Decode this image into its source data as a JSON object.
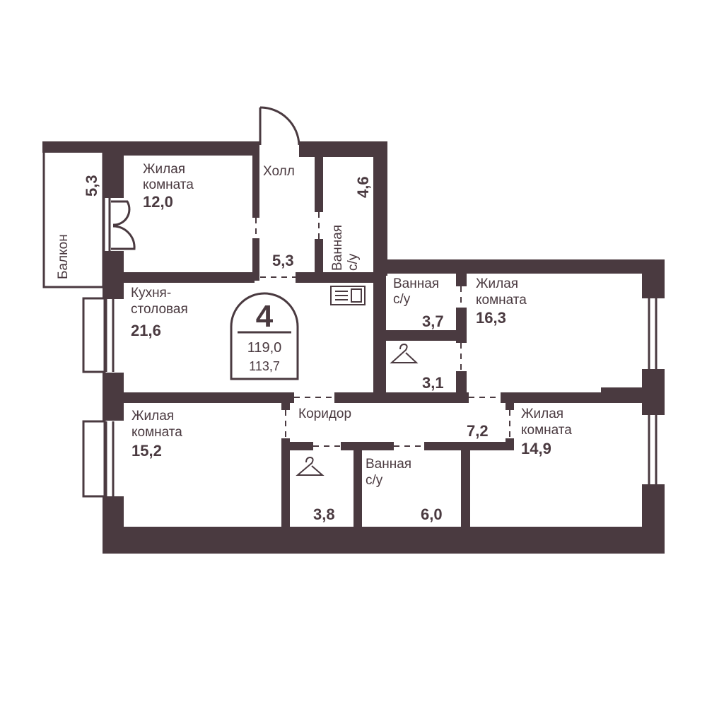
{
  "rooms": {
    "balcony": {
      "name": "Балкон",
      "area": "5,3"
    },
    "living_1": {
      "name_line1": "Жилая",
      "name_line2": "комната",
      "area": "12,0"
    },
    "hall": {
      "name": "Холл",
      "area": "5,3"
    },
    "bath_1": {
      "name_line1": "Ванная",
      "name_line2": "с/у",
      "area": "4,6"
    },
    "kitchen": {
      "name_line1": "Кухня-",
      "name_line2": "столовая",
      "area": "21,6"
    },
    "bath_2": {
      "name_line1": "Ванная",
      "name_line2": "с/у",
      "area": "3,7"
    },
    "living_2": {
      "name_line1": "Жилая",
      "name_line2": "комната",
      "area": "16,3"
    },
    "wardrobe_1": {
      "area": "3,1"
    },
    "living_3": {
      "name_line1": "Жилая",
      "name_line2": "комната",
      "area": "15,2"
    },
    "corridor": {
      "name": "Коридор",
      "area": "7,2"
    },
    "living_4": {
      "name_line1": "Жилая",
      "name_line2": "комната",
      "area": "14,9"
    },
    "wardrobe_2": {
      "area": "3,8"
    },
    "bath_3": {
      "name_line1": "Ванная",
      "name_line2": "с/у",
      "area": "6,0"
    }
  },
  "badge": {
    "rooms_count": "4",
    "total_area": "119,0",
    "living_area": "113,7"
  },
  "icons": {
    "sink": "kitchen-sink-icon",
    "hanger": "hanger-icon",
    "door": "door-swing-icon",
    "window": "window-icon"
  },
  "colors": {
    "wall": "#4a3a40",
    "background": "#ffffff"
  }
}
